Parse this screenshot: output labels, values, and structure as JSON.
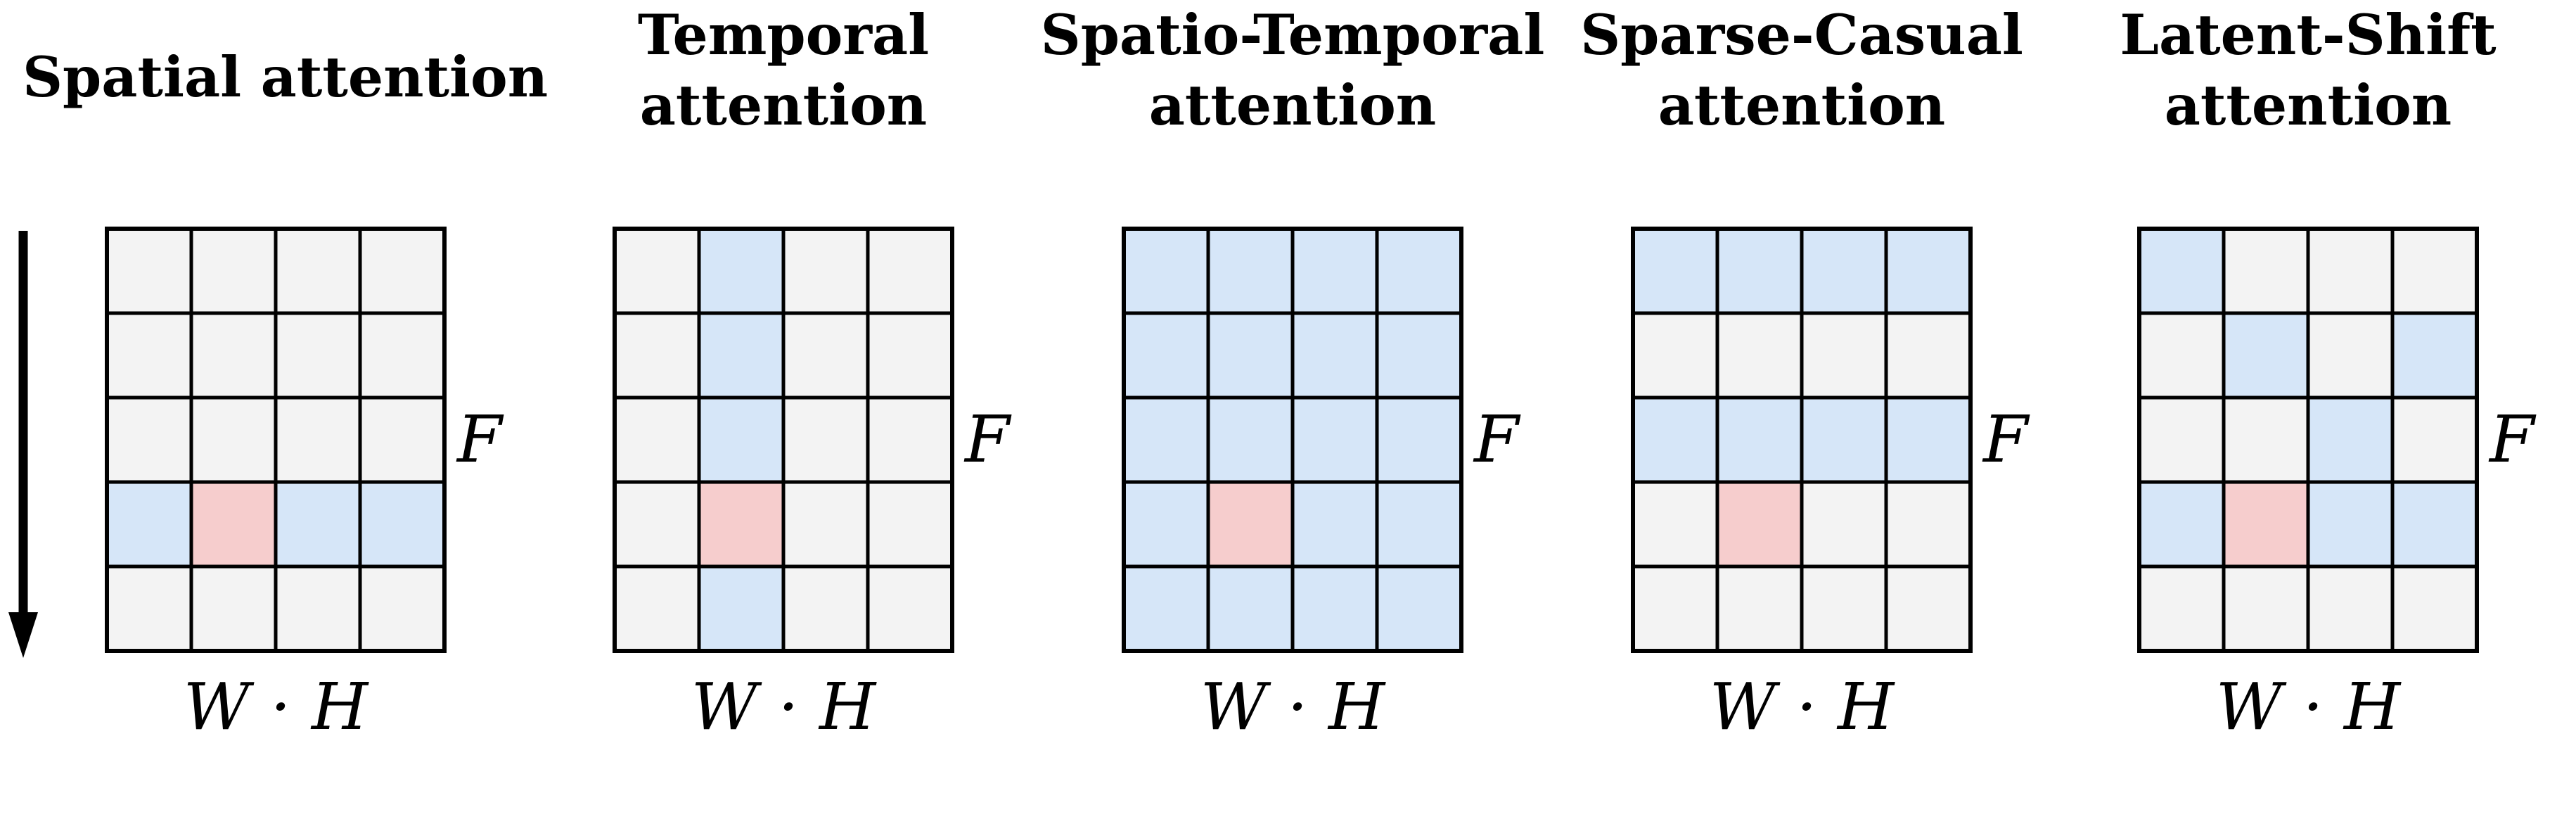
{
  "colors": {
    "inactive": "#f3f3f3",
    "attended": "#d6e6f8",
    "query": "#f6cdcd",
    "grid_line": "#000000"
  },
  "grid": {
    "rows": 5,
    "cols": 4,
    "query": {
      "row": 3,
      "col": 1
    }
  },
  "panels": [
    {
      "id": "spatial",
      "title_lines": [
        "Spatial attention"
      ],
      "f_label": "F",
      "wh_label": "W · H",
      "attended": [
        [
          3,
          0
        ],
        [
          3,
          2
        ],
        [
          3,
          3
        ]
      ]
    },
    {
      "id": "temporal",
      "title_lines": [
        "Temporal",
        "attention"
      ],
      "f_label": "F",
      "wh_label": "W · H",
      "attended": [
        [
          0,
          1
        ],
        [
          1,
          1
        ],
        [
          2,
          1
        ],
        [
          4,
          1
        ]
      ]
    },
    {
      "id": "spatio-temporal",
      "title_lines": [
        "Spatio-Temporal",
        "attention"
      ],
      "f_label": "F",
      "wh_label": "W · H",
      "attended": [
        [
          0,
          0
        ],
        [
          0,
          1
        ],
        [
          0,
          2
        ],
        [
          0,
          3
        ],
        [
          1,
          0
        ],
        [
          1,
          1
        ],
        [
          1,
          2
        ],
        [
          1,
          3
        ],
        [
          2,
          0
        ],
        [
          2,
          1
        ],
        [
          2,
          2
        ],
        [
          2,
          3
        ],
        [
          3,
          0
        ],
        [
          3,
          2
        ],
        [
          3,
          3
        ],
        [
          4,
          0
        ],
        [
          4,
          1
        ],
        [
          4,
          2
        ],
        [
          4,
          3
        ]
      ]
    },
    {
      "id": "sparse-casual",
      "title_lines": [
        "Sparse-Casual",
        "attention"
      ],
      "f_label": "F",
      "wh_label": "W · H",
      "attended": [
        [
          0,
          0
        ],
        [
          0,
          1
        ],
        [
          0,
          2
        ],
        [
          0,
          3
        ],
        [
          2,
          0
        ],
        [
          2,
          1
        ],
        [
          2,
          2
        ],
        [
          2,
          3
        ]
      ]
    },
    {
      "id": "latent-shift",
      "title_lines": [
        "Latent-Shift",
        "attention"
      ],
      "f_label": "F",
      "wh_label": "W · H",
      "attended": [
        [
          0,
          0
        ],
        [
          1,
          1
        ],
        [
          1,
          3
        ],
        [
          2,
          2
        ],
        [
          3,
          0
        ],
        [
          3,
          2
        ],
        [
          3,
          3
        ]
      ]
    }
  ]
}
